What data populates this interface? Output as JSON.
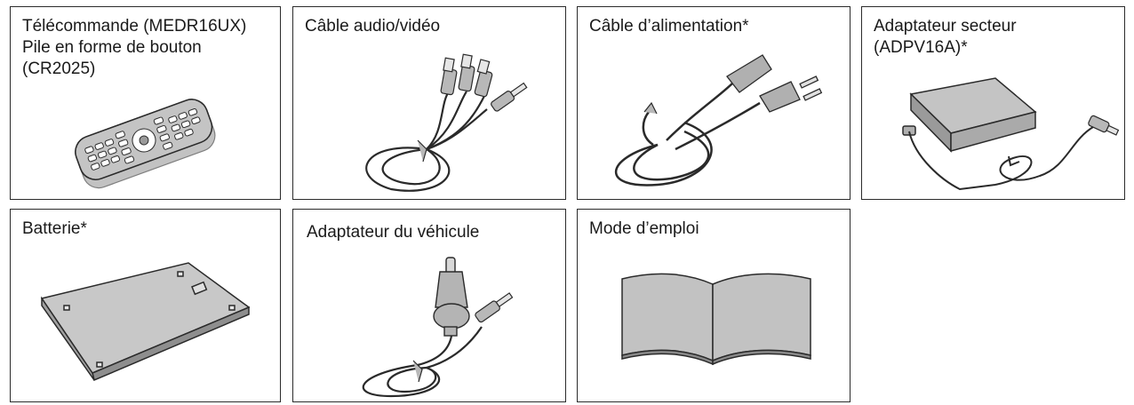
{
  "accessories": [
    {
      "id": "remote",
      "label": "Télécommande (MEDR16UX)\nPile en forme de bouton\n(CR2025)",
      "image": "remote-control"
    },
    {
      "id": "av-cable",
      "label": "Câble audio/vidéo",
      "image": "audio-video-cable"
    },
    {
      "id": "power-cord",
      "label": "Câble d’alimentation*",
      "image": "power-cord"
    },
    {
      "id": "ac-adapter",
      "label": "Adaptateur secteur\n(ADPV16A)*",
      "image": "ac-adapter"
    },
    {
      "id": "battery",
      "label": "Batterie*",
      "image": "battery-pack"
    },
    {
      "id": "car-adapter",
      "label": "Adaptateur du véhicule",
      "image": "car-adapter"
    },
    {
      "id": "manual",
      "label": "Mode d’emploi",
      "image": "manual-booklet"
    }
  ],
  "colors": {
    "border": "#2b2b2b",
    "fill": "#b4b4b4",
    "fill_dark": "#8a8a8a",
    "line": "#2a2a2a"
  }
}
